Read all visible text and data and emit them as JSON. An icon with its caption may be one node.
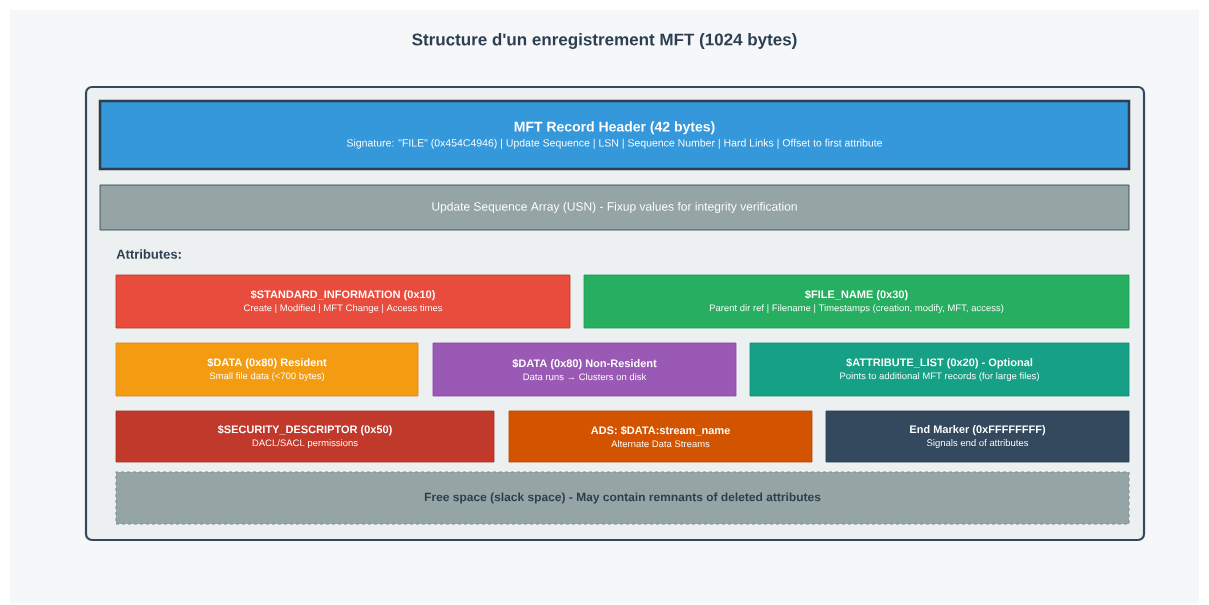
{
  "diagram": {
    "title": "Structure d'un enregistrement MFT (1024 bytes)",
    "nodes": [
      {
        "text": [],
        "shape": "box"
      },
      {
        "text": [
          "MFT Record Header (42 bytes)",
          "Signature: \"FILE\" (0x454C4946) | Update Sequence | LSN | Sequence Number | Hard Links | Offset to first attribute"
        ],
        "in": 0
      },
      {
        "text": [
          "Update Sequence Array (USN) - Fixup values for integrity verification"
        ],
        "in": 0
      },
      {
        "text": [
          "$STANDARD_INFORMATION (0x10)",
          "Create | Modified | MFT Change | Access times"
        ],
        "in": 0
      },
      {
        "text": [
          "$FILE_NAME (0x30)",
          "Parent dir ref | Filename | Timestamps (creation, modify, MFT, access)"
        ],
        "in": 0
      },
      {
        "text": [
          "$DATA (0x80) Resident",
          "Small file data (<700 bytes)"
        ],
        "in": 0
      },
      {
        "text": [
          "$DATA (0x80) Non-Resident",
          "Data runs → Clusters on disk"
        ],
        "in": 0
      },
      {
        "text": [
          "$ATTRIBUTE_LIST (0x20) - Optional",
          "Points to additional MFT records (for large files)"
        ],
        "in": 0
      },
      {
        "text": [
          "$SECURITY_DESCRIPTOR (0x50)",
          "DACL/SACL permissions"
        ],
        "in": 0
      },
      {
        "text": [
          "ADS: $DATA:stream_name",
          "Alternate Data Streams"
        ],
        "in": 0
      },
      {
        "text": [
          "End Marker (0xFFFFFFFF)",
          "Signals end of attributes"
        ],
        "in": 0
      },
      {
        "text": [
          "Free space (slack space) - May contain remnants of deleted attributes"
        ],
        "in": 0
      }
    ],
    "labels": [
      "Attributes:"
    ]
  }
}
